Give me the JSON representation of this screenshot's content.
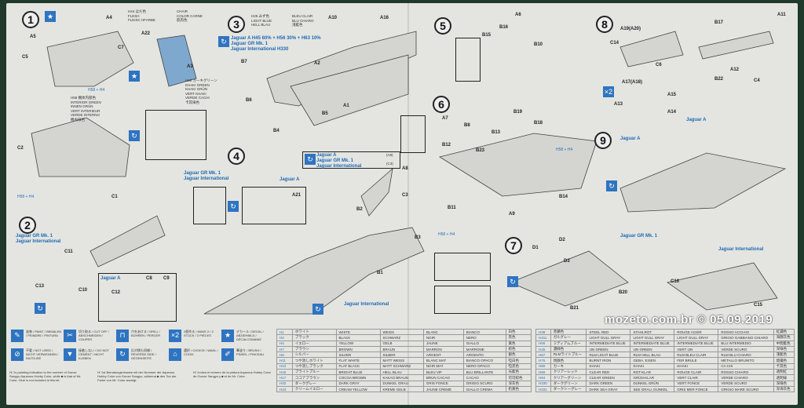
{
  "steps": [
    "1",
    "2",
    "3",
    "4",
    "5",
    "6",
    "7",
    "8",
    "9"
  ],
  "parts": [
    "A4",
    "A5",
    "C5",
    "C7",
    "A22",
    "A3",
    "B7",
    "B6",
    "A2",
    "A10",
    "A16",
    "A1",
    "B4",
    "B5",
    "C2",
    "C1",
    "A8",
    "C3",
    "A21",
    "B2",
    "B3",
    "B1",
    "C11",
    "C10",
    "C13",
    "C8",
    "C9",
    "C12",
    "B15",
    "B16",
    "A6",
    "B10",
    "A7",
    "B8",
    "B12",
    "B13",
    "B19",
    "B18",
    "B23",
    "A9",
    "B14",
    "B11",
    "D2",
    "D1",
    "D3",
    "B21",
    "B20",
    "A19(A20)",
    "C14",
    "C6",
    "B17",
    "A11",
    "A12",
    "A17(A18)",
    "A13",
    "A15",
    "A14",
    "B22",
    "C4",
    "C16",
    "C15"
  ],
  "notes": {
    "flesh": [
      "H44 ほだ色",
      "FLESH",
      "FLEISC HFARBE"
    ],
    "flesh2": [
      "CHAIR",
      "COLOR CARNE",
      "肌肉色"
    ],
    "interior": [
      "H58 機体内部色",
      "INTERIOR GREEN",
      "INNEN GRÜN",
      "VERT INTERIEUR",
      "VERDE INTERNO",
      "機內綠色"
    ],
    "khaki": [
      "H80 カーキグリーン",
      "KHAKI GREEN",
      "KHAKI GRÜN",
      "VERT KHAKI",
      "VERDE CACHI",
      "卡其綠色"
    ],
    "lightblue": [
      "H25 みず色",
      "LIGHT BLUE",
      "HELL BLAU"
    ],
    "lightblue2": [
      "BLEU CLAIR",
      "BLU CHIARO",
      "淺藍色"
    ],
    "mix": "H58 + H4"
  },
  "variants": {
    "step3": [
      "Jaguar A H45 60% + H56 30% + H63 10%",
      "Jaguar GR Mk. 1",
      "Jaguar International H330"
    ],
    "step4_top": [
      "Jaguar A",
      "Jaguar GR Mk. 1",
      "Jaguar International"
    ],
    "step4_codes": [
      "(A8)",
      "(C3)"
    ],
    "gr": "Jaguar GR Mk. 1",
    "a": "Jaguar A",
    "intl": "Jaguar International",
    "step2": [
      "Jaguar GR Mk. 1",
      "Jaguar International"
    ],
    "x2": "×2"
  },
  "legend": [
    {
      "icon": "✎",
      "text": "塗装 / PAINT / BEMALEN / PEINDRE / PINTURA"
    },
    {
      "icon": "✂",
      "text": "切り取る / CUT OFF / ABSCHNEIDEN / COUPER"
    },
    {
      "icon": "⊓",
      "text": "穴をあける / DRILL / BOHREN / PERCER"
    },
    {
      "icon": "×2",
      "text": "2個作る / MAKE 2 / 2 STÜCK / 2 PIÈCES"
    },
    {
      "icon": "★",
      "text": "デカール / DECAL / ABZIEHBILD / DÉCALCOMANIE"
    },
    {
      "icon": "⊘",
      "text": "不要 / NOT USED / NICHT VERWENDEN / INUTILISÉ"
    },
    {
      "icon": "▼",
      "text": "接着しない / DO NOT CEMENT / NICHT KLEBEN"
    },
    {
      "icon": "↻",
      "text": "反対側も同様 / REVERSE SIDE / GEGENSEITE"
    },
    {
      "icon": "⌂",
      "text": "選択 / CHOICE / WAHL / CHOIX"
    },
    {
      "icon": "✐",
      "text": "筆塗り / BRUSH / PINSEL / PINCEAU"
    }
  ],
  "footnotes": [
    "H□ is painting indication to the number of Gunze Sangyo Aqueous Hobby Color, while ■ is that of Mr. Color. Glue is not included in this kit.",
    "H□ ist Bemalungshinweis mit der Nummer der Aqueous Hobby Color von Gunze Sangyo, während ■ den Ton der Farbe von Mr. Color anzeigt.",
    "H□ indica el número de la pintura Aqueous Hobby Color de Gunze Sangyo y ■ el de Mr. Color."
  ],
  "colors_left": [
    {
      "code": "H1",
      "jp": "ホワイト",
      "en": "WHITE",
      "de": "WEISS",
      "fr": "BLANC",
      "it": "BIANCO",
      "cn": "白色"
    },
    {
      "code": "H2",
      "jp": "ブラック",
      "en": "BLACK",
      "de": "SCHWARZ",
      "fr": "NOIR",
      "it": "NERO",
      "cn": "黑色"
    },
    {
      "code": "H4",
      "jp": "イエロー",
      "en": "YELLOW",
      "de": "GELB",
      "fr": "JAUNE",
      "it": "GIALLO",
      "cn": "黃色"
    },
    {
      "code": "H7",
      "jp": "ブラウン",
      "en": "BROWN",
      "de": "BRAUN",
      "fr": "MARRON",
      "it": "MARRONE",
      "cn": "棕色"
    },
    {
      "code": "H8",
      "jp": "シルバー",
      "en": "SILVER",
      "de": "SILBER",
      "fr": "ARGENT",
      "it": "ARGENTO",
      "cn": "銀色"
    },
    {
      "code": "H11",
      "jp": "つや消しホワイト",
      "en": "FLAT WHITE",
      "de": "MATT WEISS",
      "fr": "BLANC MAT",
      "it": "BIANCO OPACO",
      "cn": "啞白色"
    },
    {
      "code": "H12",
      "jp": "つや消しブラック",
      "en": "FLAT BLACK",
      "de": "MATT SCHWARZ",
      "fr": "NOIR MAT",
      "it": "NERO OPACO",
      "cn": "啞黑色"
    },
    {
      "code": "H15",
      "jp": "ブライトブルー",
      "en": "BRIGHT BLUE",
      "de": "HELL BLAU",
      "fr": "BLEU VIF",
      "it": "BLU BRILLANTE",
      "cn": "光藍色"
    },
    {
      "code": "H17",
      "jp": "ココアブラウン",
      "en": "COCOA BROWN",
      "de": "KAKAO BRAUN",
      "fr": "BRUN CACAO",
      "it": "CACAO",
      "cn": "可可棕色"
    },
    {
      "code": "H32",
      "jp": "ダークグレー",
      "en": "DARK GRAY",
      "de": "DUNKEL GRAU",
      "fr": "GRIS FONCE",
      "it": "GRIGIO SCURO",
      "cn": "深灰色"
    },
    {
      "code": "H34",
      "jp": "クリームイエロー",
      "en": "CREAM YELLOW",
      "de": "KREME GELB",
      "fr": "JAUNE CREME",
      "it": "GIALLO CREMA",
      "cn": "奶黃色"
    }
  ],
  "colors_right": [
    {
      "code": "H38",
      "jp": "赤錆色",
      "en": "STEEL RED",
      "de": "STAHLROT",
      "fr": "ROUGE ACIER",
      "it": "ROSSO ACCIAIO",
      "cn": "紅鏽色"
    },
    {
      "code": "H311",
      "jp": "ガルグレー",
      "en": "LIGHT GULL GRAY",
      "de": "LIGHT GULL GRAY",
      "fr": "LIGHT GULL GRAY",
      "it": "GRIGIO GABBIANO CHIARO",
      "cn": "海鷗灰色"
    },
    {
      "code": "H56",
      "jp": "ミディアムブルー",
      "en": "INTERMEDIATE BLUE",
      "de": "INTERMEDIATE BLUE",
      "fr": "INTERMEDIATE BLUE",
      "it": "BLU INTERMEDIO",
      "cn": "中間藍色"
    },
    {
      "code": "H45",
      "jp": "濃緑色",
      "en": "IJN GREEN",
      "de": "IJN GREEN",
      "fr": "VERT IJN",
      "it": "VERDE SCURO",
      "cn": "深綠色"
    },
    {
      "code": "H67",
      "jp": "RLMライトブルー",
      "en": "RLM LIGHT BLUE",
      "de": "RLM HELL BLAU",
      "fr": "RLM BLEU CLAIR",
      "it": "RLM BLU CHIARO",
      "cn": "淺藍色"
    },
    {
      "code": "H76",
      "jp": "焼鉄色",
      "en": "BURNT IRON",
      "de": "GEBA. EISEN",
      "fr": "FER BRULE",
      "it": "METALLO BRUNITO",
      "cn": "燒鐵色"
    },
    {
      "code": "H80",
      "jp": "カーキ",
      "en": "KHAKI",
      "de": "KHAKI",
      "fr": "KHAKI",
      "it": "CA CHI",
      "cn": "卡其色"
    },
    {
      "code": "H90",
      "jp": "クリアーレッド",
      "en": "CLEAR RED",
      "de": "ROT-KLAR",
      "fr": "ROUGE CLAIR",
      "it": "ROSSO CHIARO",
      "cn": "透明紅"
    },
    {
      "code": "H94",
      "jp": "クリアーグリーン",
      "en": "CLEAR GREEN",
      "de": "GRÜN-KLAR",
      "fr": "VERT CLAIR",
      "it": "VERDE CHIARO",
      "cn": "透明綠"
    },
    {
      "code": "H330",
      "jp": "ダークグリーン",
      "en": "DARK GREEN",
      "de": "DUNKEL GRÜN",
      "fr": "VERT FONCE",
      "it": "VERDE SCURO",
      "cn": "深綠色"
    },
    {
      "code": "H331",
      "jp": "ダークシーグレー",
      "en": "DARK SEA GRAY",
      "de": "SEE GRAU, DUNKEL",
      "fr": "GRIS MER FONCE",
      "it": "GRIGIO MARE SCURO",
      "cn": "深海灰色"
    }
  ],
  "watermark": "mozeto.com.br © 05.09.2019"
}
